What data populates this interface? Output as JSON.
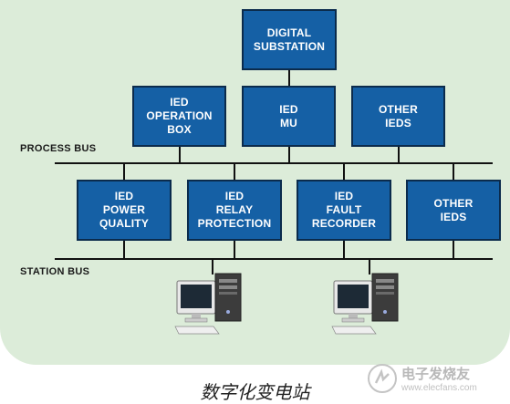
{
  "boxes": {
    "digital_substation": "DIGITAL\nSUBSTATION",
    "ied_operation_box": "IED\nOPERATION\nBOX",
    "ied_mu": "IED\nMU",
    "other_ieds_top": "OTHER\nIEDS",
    "ied_power_quality": "IED\nPOWER\nQUALITY",
    "ied_relay_protection": "IED\nRELAY\nPROTECTION",
    "ied_fault_recorder": "IED\nFAULT\nRECORDER",
    "other_ieds_bottom": "OTHER\nIEDS"
  },
  "labels": {
    "process_bus": "PROCESS BUS",
    "station_bus": "STATION BUS"
  },
  "caption": "数字化变电站",
  "watermark": {
    "text": "电子发烧友",
    "url": "www.elecfans.com"
  },
  "colors": {
    "panel": "#dcecd9",
    "box_fill": "#1560a5",
    "box_border": "#0b2b4c"
  },
  "icons": [
    "computer-workstation-icon",
    "computer-workstation-icon",
    "elecfans-logo-icon"
  ]
}
